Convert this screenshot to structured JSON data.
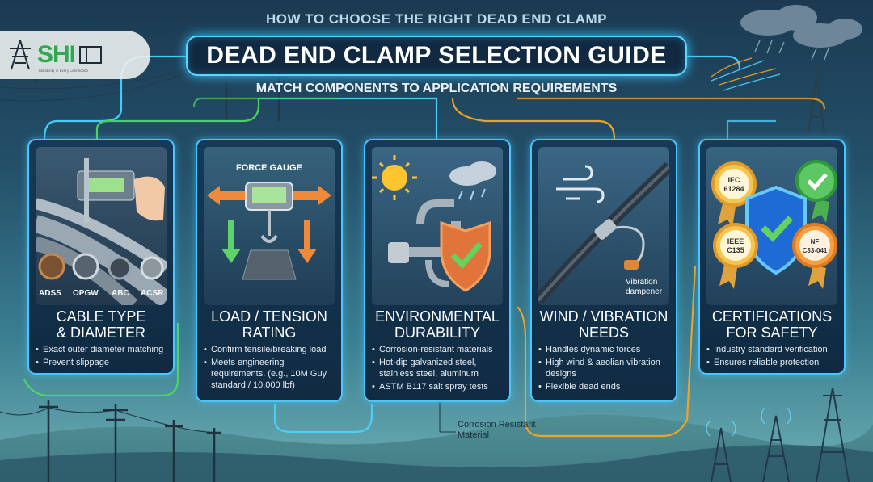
{
  "header": {
    "kicker": "HOW TO CHOOSE THE RIGHT DEAD END CLAMP",
    "title": "DEAD END CLAMP SELECTION GUIDE",
    "subtitle": "MATCH COMPONENTS TO APPLICATION REQUIREMENTS"
  },
  "logo": {
    "text": "SHI",
    "tagline": "Reliability in Every Connection"
  },
  "cards": [
    {
      "title": "CABLE TYPE & DIAMETER",
      "title_lines": [
        "CABLE TYPE",
        "& DIAMETER"
      ],
      "bullets": [
        "Exact outer diameter matching",
        "Prevent slippage"
      ],
      "art_labels": [
        "ADSS",
        "OPGW",
        "ABC",
        "ACSR"
      ]
    },
    {
      "title": "LOAD / TENSION RATING",
      "title_lines": [
        "LOAD / TENSION",
        "RATING"
      ],
      "bullets": [
        "Confirm tensile/breaking load",
        "Meets engineering requirements. (e.g., 10M Guy standard / 10,000 lbf)"
      ],
      "art_label": "FORCE GAUGE"
    },
    {
      "title": "ENVIRONMENTAL DURABILITY",
      "title_lines": [
        "ENVIRONMENTAL",
        "DURABILITY"
      ],
      "bullets": [
        "Corrosion-resistant materials",
        "Hot-dip galvanized steel, stainless steel, aluminum",
        "ASTM B117 salt spray tests"
      ]
    },
    {
      "title": "WIND / VIBRATION NEEDS",
      "title_lines": [
        "WIND / VIBRATION",
        "NEEDS"
      ],
      "bullets": [
        "Handles dynamic forces",
        "High wind & aeolian vibration designs",
        "Flexible dead ends"
      ],
      "art_label_lines": [
        "Vibration",
        "dampener"
      ]
    },
    {
      "title": "CERTIFICATIONS FOR SAFETY",
      "title_lines": [
        "CERTIFICATIONS",
        "FOR SAFETY"
      ],
      "bullets": [
        "Industry standard verification",
        "Ensures reliable protection"
      ],
      "badges": [
        {
          "lines": [
            "IEC",
            "61284"
          ]
        },
        {
          "lines": [
            "IEEE",
            "C135"
          ]
        },
        {
          "lines": [
            "NF",
            "C33-041"
          ]
        }
      ]
    }
  ],
  "callout_lines": [
    "Corrosion Resistant",
    "Material"
  ],
  "colors": {
    "accent": "#49c6ff",
    "green": "#4cd964",
    "orange": "#f5a623"
  }
}
